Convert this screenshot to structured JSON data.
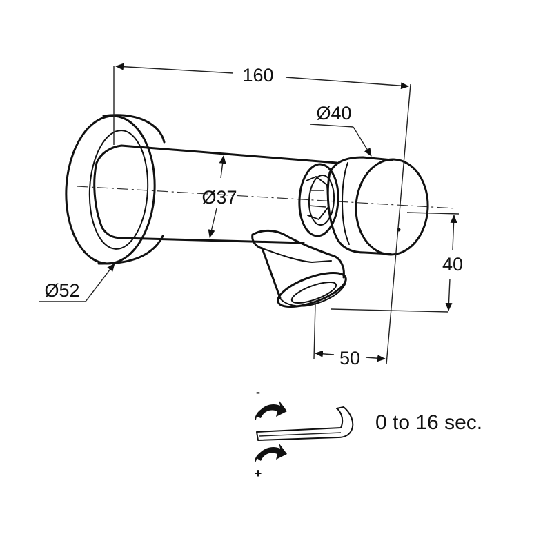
{
  "dimensions": {
    "overall_length": "160",
    "knob_diameter": "Ø40",
    "body_diameter": "Ø37",
    "flange_diameter": "Ø52",
    "height": "40",
    "spout_offset": "50"
  },
  "timer": {
    "range_text": "0 to 16 sec.",
    "decrease_sign": "-",
    "increase_sign": "+"
  },
  "icons": [
    "hex-key-icon",
    "rotate-arrow-icon"
  ]
}
